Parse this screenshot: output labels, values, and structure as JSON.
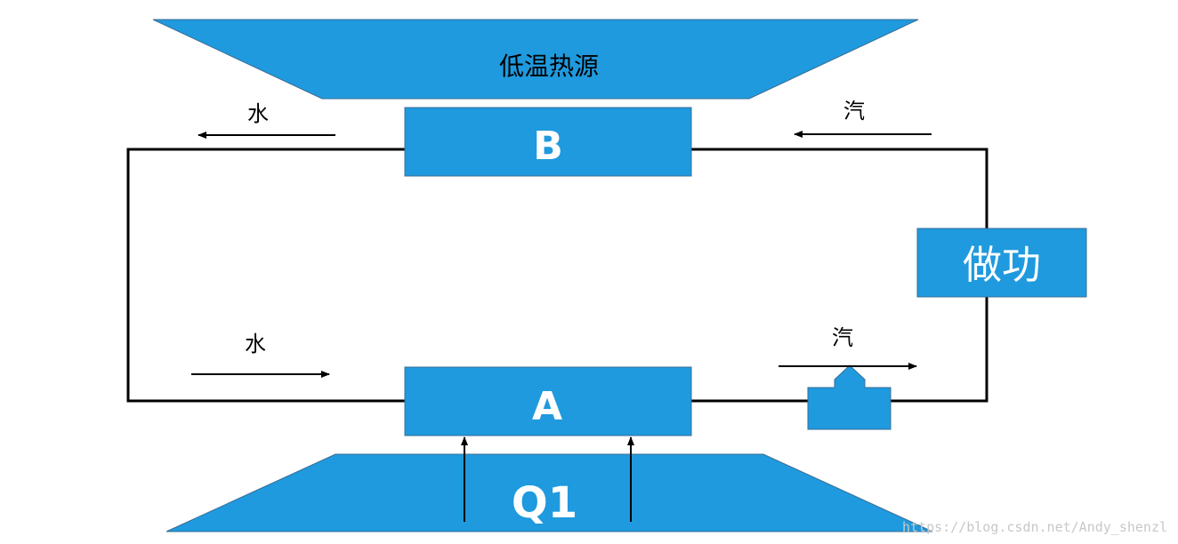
{
  "colors": {
    "fill": "#1f9ade",
    "stroke": "#3a6d95",
    "line": "#000000",
    "white_text": "#ffffff",
    "watermark": "#c8c8c8"
  },
  "labels": {
    "cold_source": "低温热源",
    "box_b": "B",
    "box_a": "A",
    "work": "做功",
    "hot_source": "Q1",
    "water_top": "水",
    "steam_top": "汽",
    "water_bottom": "水",
    "steam_bottom": "汽"
  },
  "watermark": "https://blog.csdn.net/Andy_shenzl"
}
